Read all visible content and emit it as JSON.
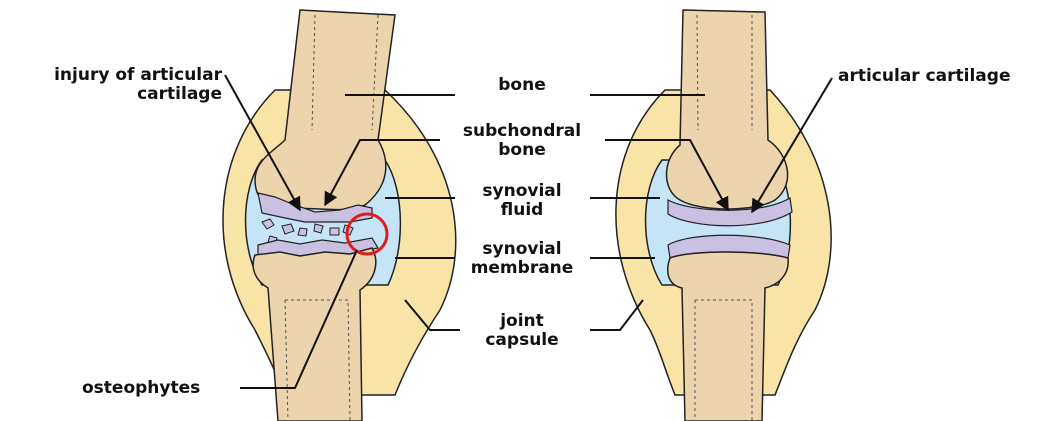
{
  "colors": {
    "bone": "#ecd5ad",
    "capsule": "#f9e4a8",
    "fluid": "#c5e4f5",
    "cartilage": "#c9c0e2",
    "outline": "#222222",
    "highlight": "#e31b1b"
  },
  "labels": {
    "injury": [
      "injury of articular",
      "cartilage"
    ],
    "bone": [
      "bone"
    ],
    "subchondral": [
      "subchondral",
      "bone"
    ],
    "synovial_fluid": [
      "synovial",
      "fluid"
    ],
    "synovial_membrane": [
      "synovial",
      "membrane"
    ],
    "joint_capsule": [
      "joint",
      "capsule"
    ],
    "osteophytes": [
      "osteophytes"
    ],
    "articular_cartilage": [
      "articular cartilage"
    ]
  }
}
